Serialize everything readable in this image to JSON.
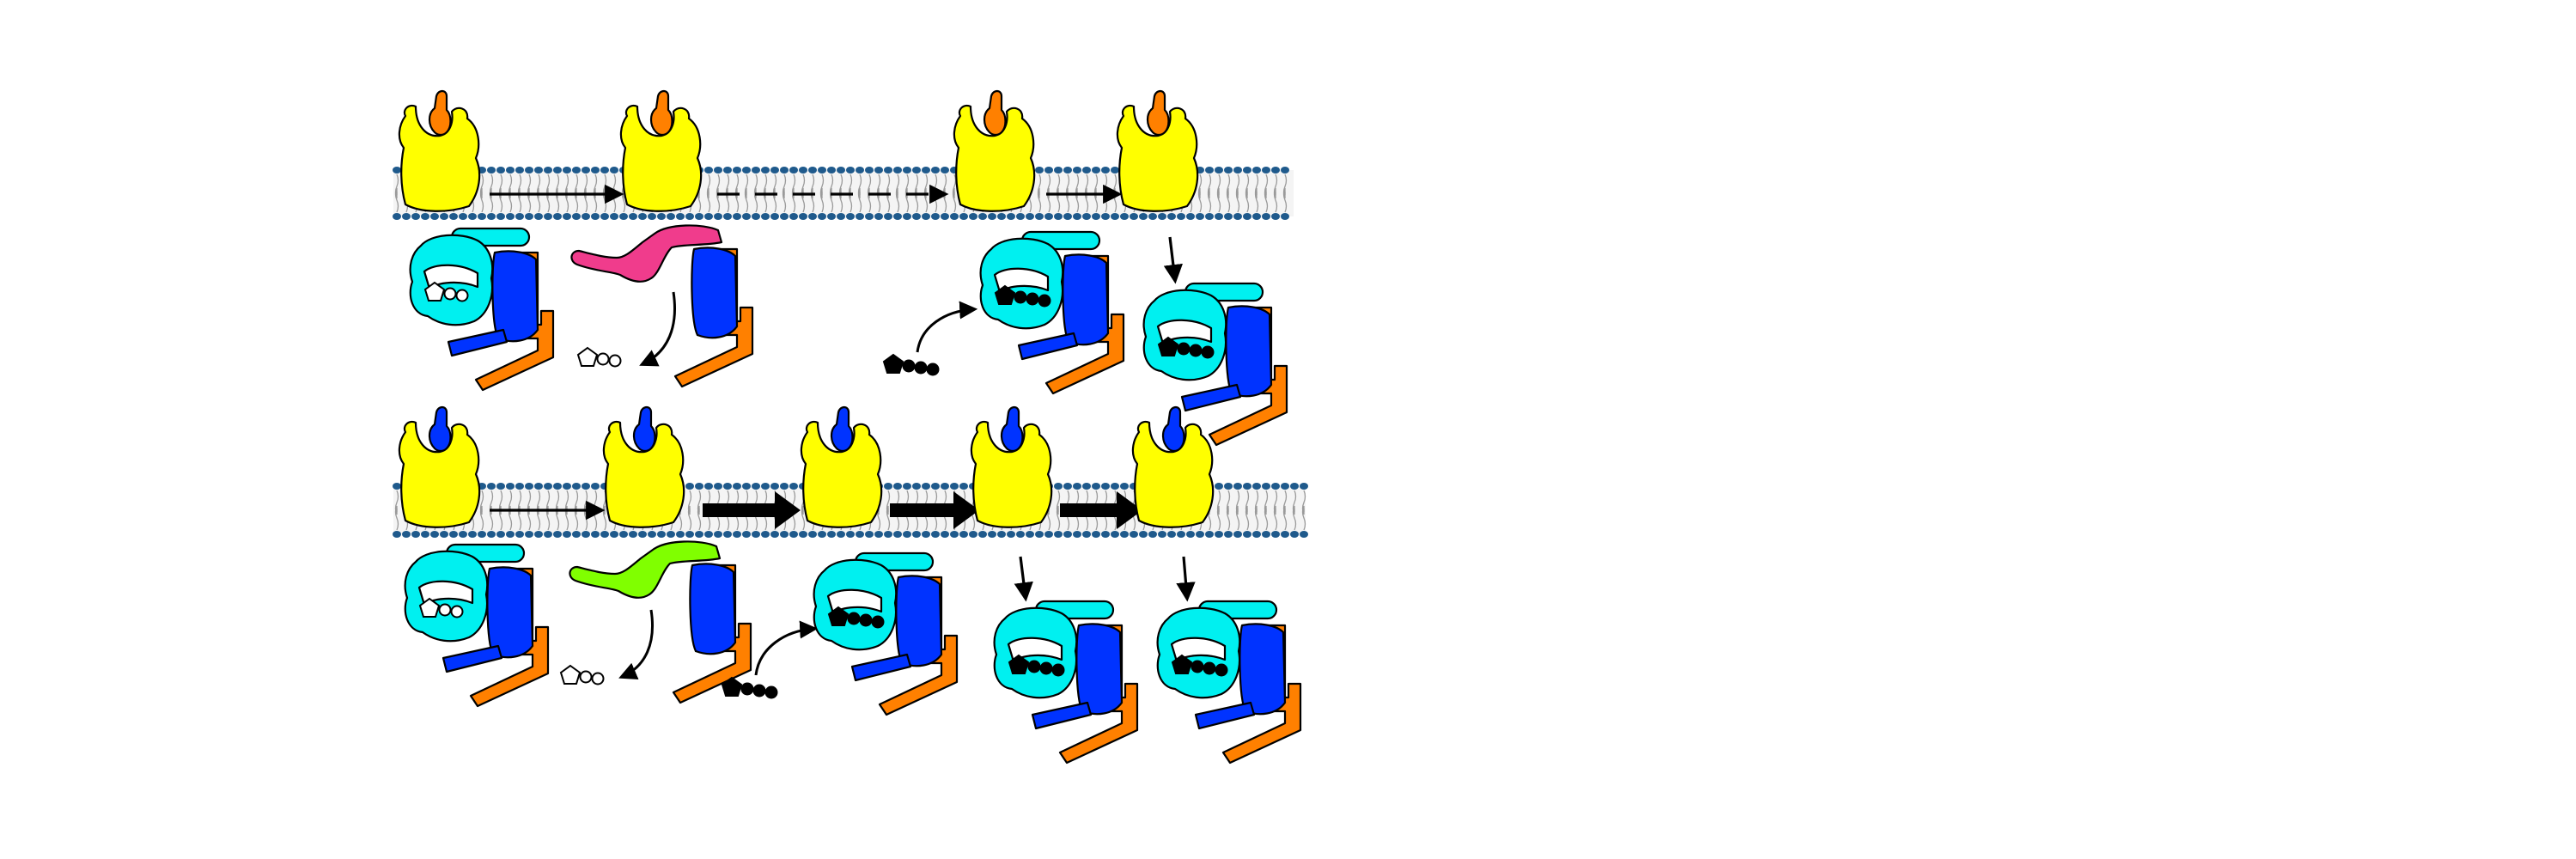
{
  "figure": {
    "background": "#ffffff",
    "colors": {
      "receptor": "#ffff00",
      "ligand_top": "#ff8000",
      "ligand_bottom": "#0033ff",
      "alpha_subunit": "#00f0f0",
      "beta_subunit": "#0033ff",
      "gamma_subunit": "#ff8000",
      "activated_alpha_top": "#f03c8c",
      "activated_alpha_bottom": "#80ff00",
      "membrane_head": "#1f5a8c",
      "membrane_tail": "#9a9a9a",
      "gdp": "#ffffff",
      "gtp": "#000000"
    },
    "rows": [
      {
        "ligand_color": "#ff8000",
        "activated_color": "#f03c8c",
        "arrows": [
          "thin",
          "dashed",
          "thin"
        ]
      },
      {
        "ligand_color": "#0033ff",
        "activated_color": "#80ff00",
        "arrows": [
          "thin",
          "thick",
          "thick",
          "thick"
        ]
      }
    ]
  }
}
